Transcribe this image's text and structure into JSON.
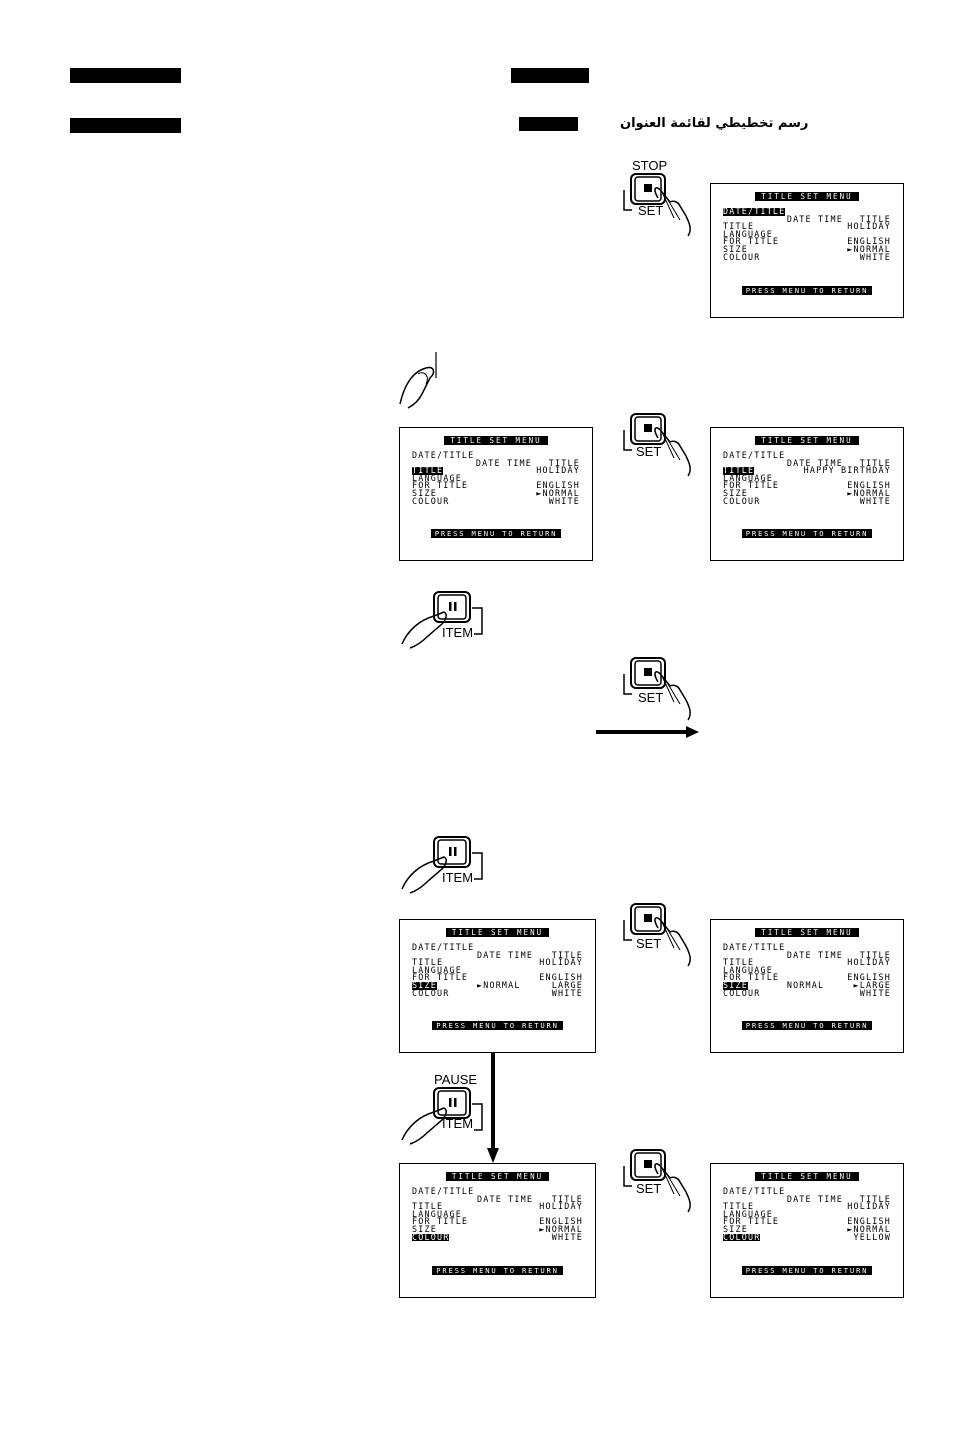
{
  "arabic_caption": "رسم تخطيطي لقائمة العنوان",
  "labels": {
    "stop": "STOP",
    "set": "SET",
    "item": "ITEM",
    "pause": "PAUSE"
  },
  "screens": [
    {
      "header": "TITLE SET MENU",
      "rows": [
        {
          "l": "DATE/TITLE",
          "r": "",
          "hl": true
        },
        {
          "l": "",
          "c": "DATE TIME",
          "r": "TITLE"
        },
        {
          "l": "TITLE",
          "r": "HOLIDAY"
        },
        {
          "l": "LANGUAGE",
          "r": ""
        },
        {
          "l": "FOR TITLE",
          "r": "ENGLISH"
        },
        {
          "l": "SIZE",
          "r": "►NORMAL"
        },
        {
          "l": "COLOUR",
          "r": "WHITE"
        }
      ],
      "footer": "PRESS MENU TO RETURN"
    },
    {
      "header": "TITLE SET MENU",
      "rows": [
        {
          "l": "DATE/TITLE",
          "r": ""
        },
        {
          "l": "",
          "c": "DATE TIME",
          "r": "TITLE"
        },
        {
          "l": "TITLE",
          "r": "HOLIDAY",
          "hl": true
        },
        {
          "l": "LANGUAGE",
          "r": ""
        },
        {
          "l": "FOR TITLE",
          "r": "ENGLISH"
        },
        {
          "l": "SIZE",
          "r": "►NORMAL"
        },
        {
          "l": "COLOUR",
          "r": "WHITE"
        }
      ],
      "footer": "PRESS MENU TO RETURN"
    },
    {
      "header": "TITLE SET MENU",
      "rows": [
        {
          "l": "DATE/TITLE",
          "r": ""
        },
        {
          "l": "",
          "c": "DATE TIME",
          "r": "TITLE"
        },
        {
          "l": "TITLE",
          "r": "HAPPY BIRTHDAY",
          "hl": true
        },
        {
          "l": "LANGUAGE",
          "r": ""
        },
        {
          "l": "FOR TITLE",
          "r": "ENGLISH"
        },
        {
          "l": "SIZE",
          "r": "►NORMAL"
        },
        {
          "l": "COLOUR",
          "r": "WHITE"
        }
      ],
      "footer": "PRESS MENU TO RETURN"
    },
    {
      "header": "TITLE SET MENU",
      "rows": [
        {
          "l": "DATE/TITLE",
          "r": ""
        },
        {
          "l": "",
          "c": "DATE TIME",
          "r": "TITLE"
        },
        {
          "l": "TITLE",
          "r": "HOLIDAY"
        },
        {
          "l": "LANGUAGE",
          "r": ""
        },
        {
          "l": "FOR TITLE",
          "r": "ENGLISH"
        },
        {
          "l": "SIZE",
          "c": "►NORMAL",
          "r": "LARGE",
          "hl": true
        },
        {
          "l": "COLOUR",
          "r": "WHITE"
        }
      ],
      "footer": "PRESS MENU TO RETURN"
    },
    {
      "header": "TITLE SET MENU",
      "rows": [
        {
          "l": "DATE/TITLE",
          "r": ""
        },
        {
          "l": "",
          "c": "DATE TIME",
          "r": "TITLE"
        },
        {
          "l": "TITLE",
          "r": "HOLIDAY"
        },
        {
          "l": "LANGUAGE",
          "r": ""
        },
        {
          "l": "FOR TITLE",
          "r": "ENGLISH"
        },
        {
          "l": "SIZE",
          "c": "NORMAL",
          "r": "►LARGE",
          "hl": true
        },
        {
          "l": "COLOUR",
          "r": "WHITE"
        }
      ],
      "footer": "PRESS MENU TO RETURN"
    },
    {
      "header": "TITLE SET MENU",
      "rows": [
        {
          "l": "DATE/TITLE",
          "r": ""
        },
        {
          "l": "",
          "c": "DATE TIME",
          "r": "TITLE"
        },
        {
          "l": "TITLE",
          "r": "HOLIDAY"
        },
        {
          "l": "LANGUAGE",
          "r": ""
        },
        {
          "l": "FOR TITLE",
          "r": "ENGLISH"
        },
        {
          "l": "SIZE",
          "r": "►NORMAL"
        },
        {
          "l": "COLOUR",
          "r": "WHITE",
          "hl": true
        }
      ],
      "footer": "PRESS MENU TO RETURN"
    },
    {
      "header": "TITLE SET MENU",
      "rows": [
        {
          "l": "DATE/TITLE",
          "r": ""
        },
        {
          "l": "",
          "c": "DATE TIME",
          "r": "TITLE"
        },
        {
          "l": "TITLE",
          "r": "HOLIDAY"
        },
        {
          "l": "LANGUAGE",
          "r": ""
        },
        {
          "l": "FOR TITLE",
          "r": "ENGLISH"
        },
        {
          "l": "SIZE",
          "r": "►NORMAL"
        },
        {
          "l": "COLOUR",
          "r": "YELLOW",
          "hl": true
        }
      ],
      "footer": "PRESS MENU TO RETURN"
    }
  ]
}
